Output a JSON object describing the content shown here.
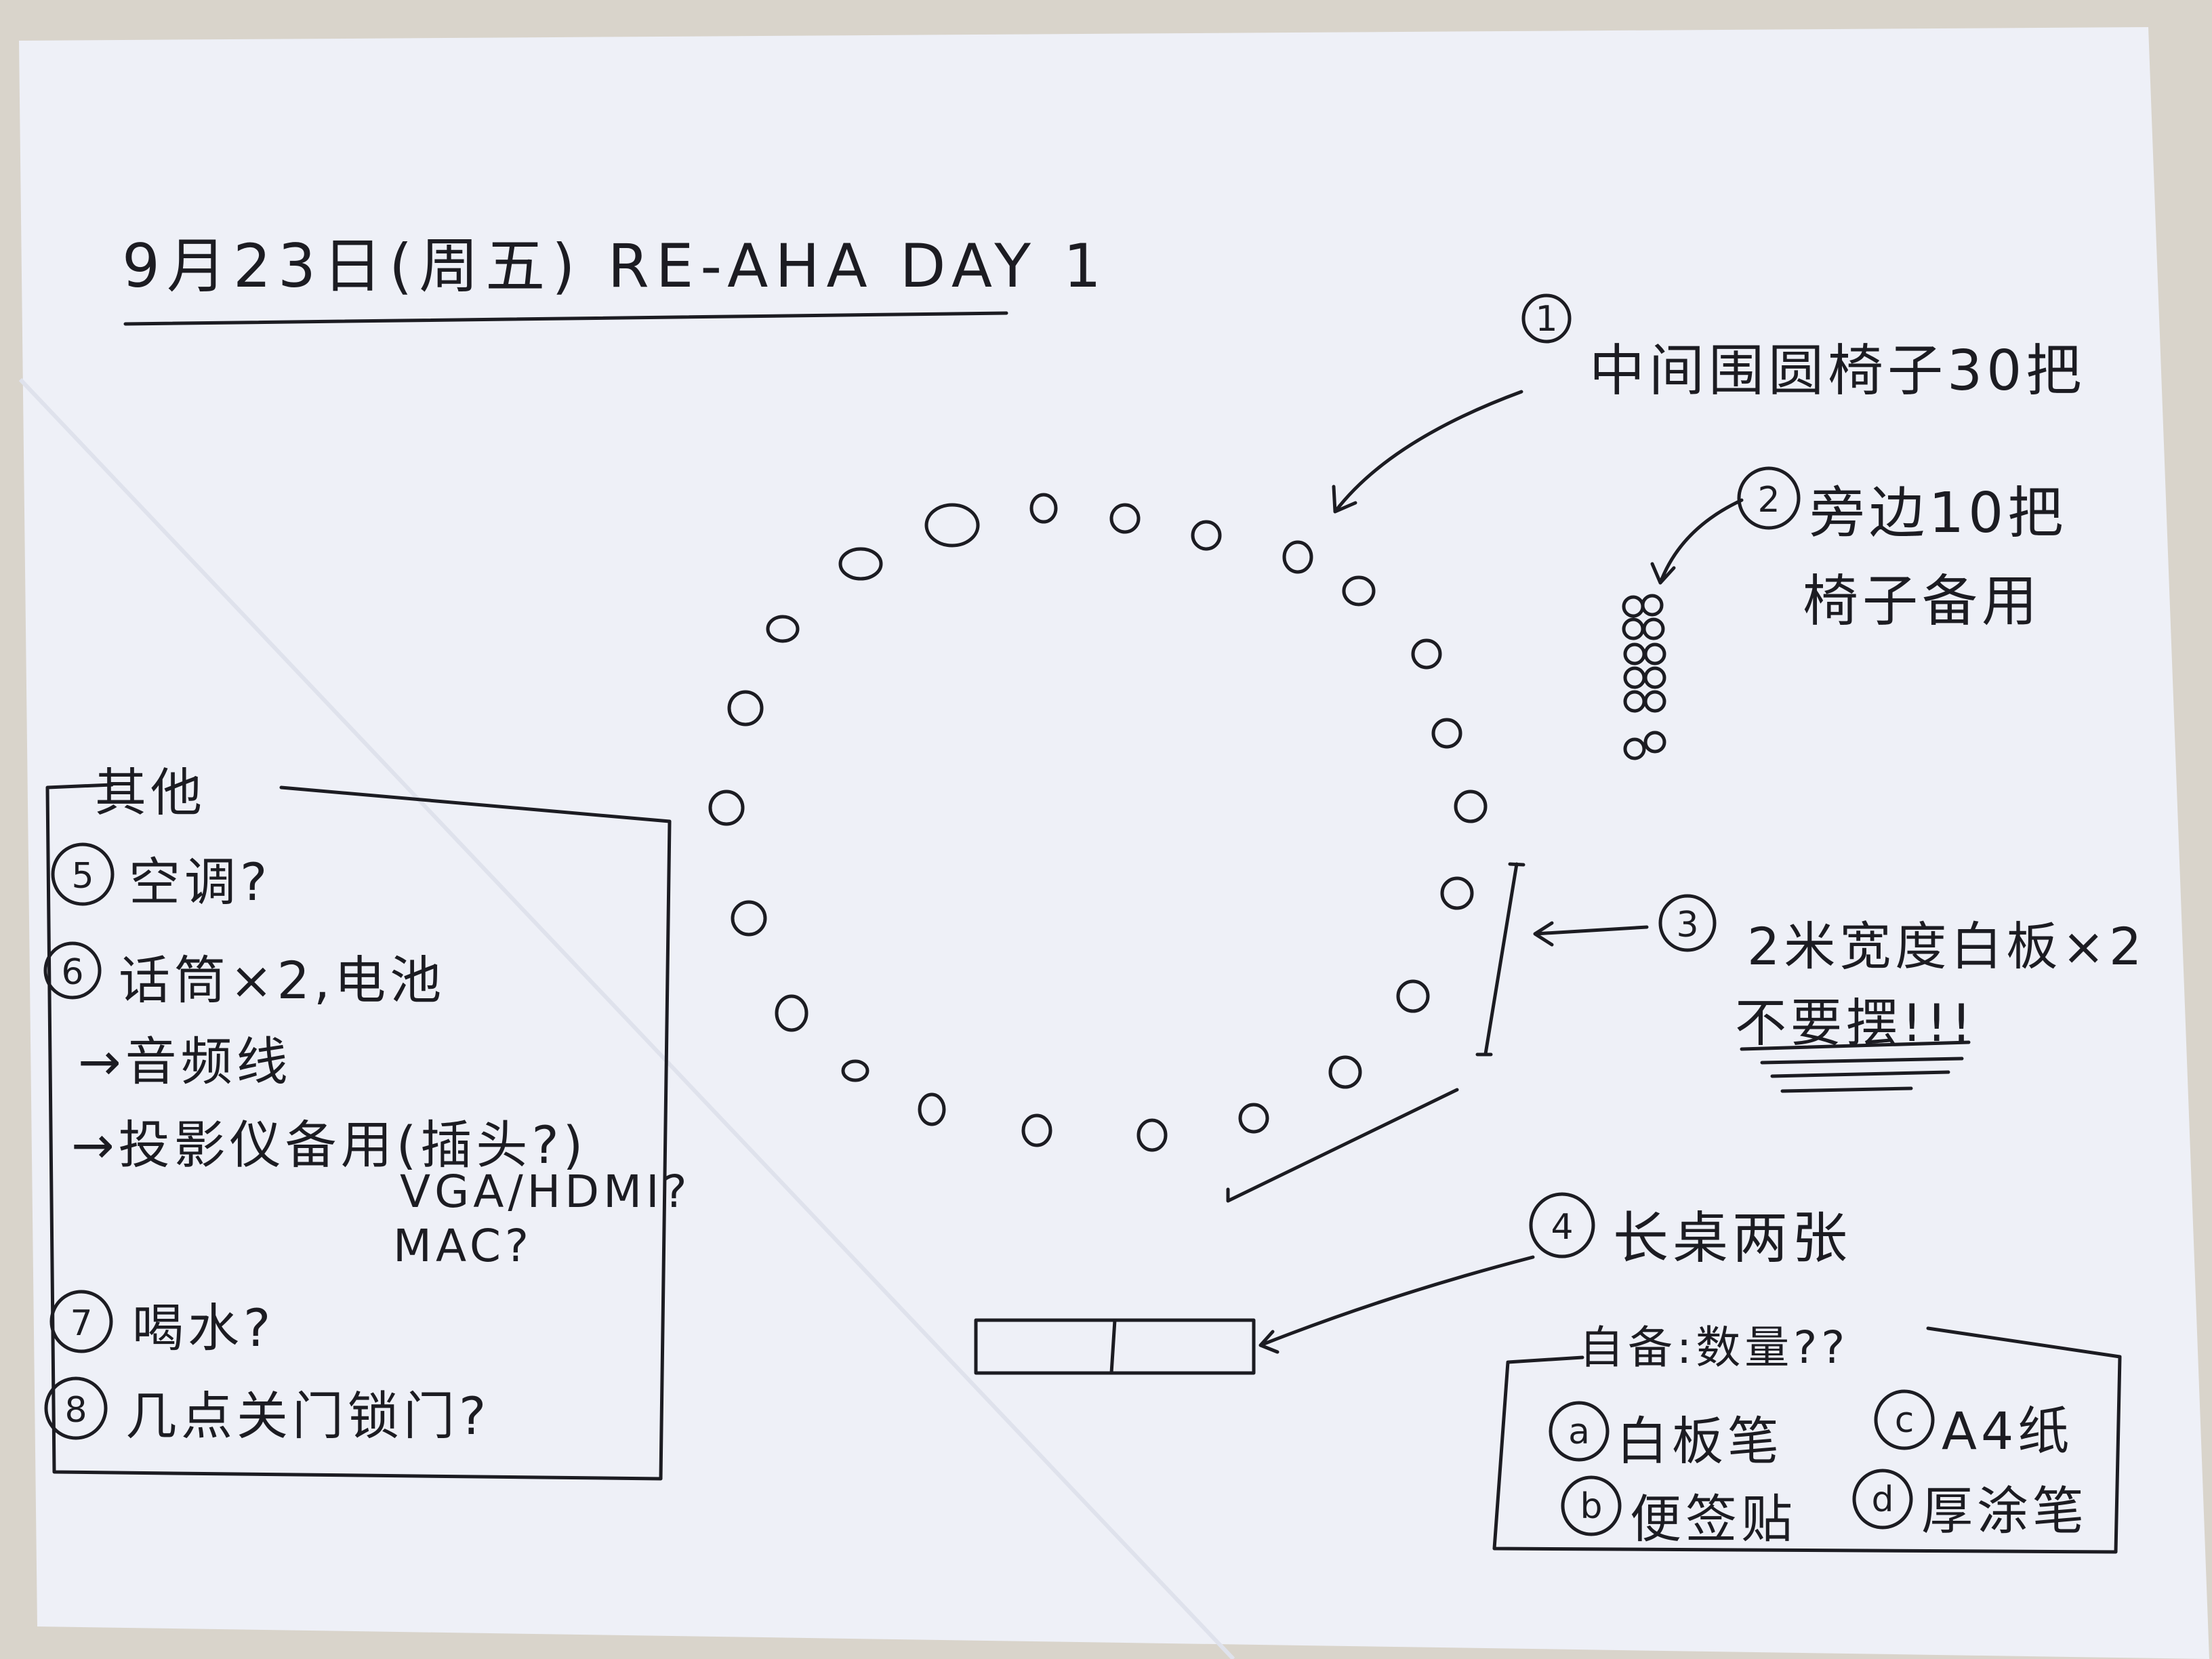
{
  "title": "9月23日(周五)   RE-AHA  DAY 1",
  "items": {
    "circle_chairs": {
      "num": "1",
      "text": "中间围圆椅子30把"
    },
    "spare_chairs": {
      "num": "2",
      "line1": "旁边10把",
      "line2": "椅子备用"
    },
    "whiteboards": {
      "num": "3",
      "line1": "2米宽度白板×2",
      "line2": "不要摆!!!"
    },
    "long_table": {
      "num": "4",
      "text": "长桌两张"
    }
  },
  "others": {
    "heading": "其他",
    "items": [
      {
        "num": "5",
        "text": "空调?"
      },
      {
        "num": "6",
        "text": "话筒×2,电池"
      },
      {
        "num": "",
        "text": "→音频线"
      },
      {
        "num": "",
        "text": "→投影仪备用(插头?)"
      },
      {
        "num": "",
        "text": "VGA/HDMI?"
      },
      {
        "num": "",
        "text": "MAC?"
      },
      {
        "num": "7",
        "text": "喝水?"
      },
      {
        "num": "8",
        "text": "几点关门锁门?"
      }
    ]
  },
  "supplies": {
    "heading": "自备:数量??",
    "items": [
      {
        "num": "a",
        "text": "白板笔"
      },
      {
        "num": "b",
        "text": "便签贴"
      },
      {
        "num": "c",
        "text": "A4纸"
      },
      {
        "num": "d",
        "text": "厚涂笔"
      }
    ]
  },
  "colors": {
    "paper": "#eef0f7",
    "ink": "#1c1c22",
    "background": "#d9d4cb"
  }
}
